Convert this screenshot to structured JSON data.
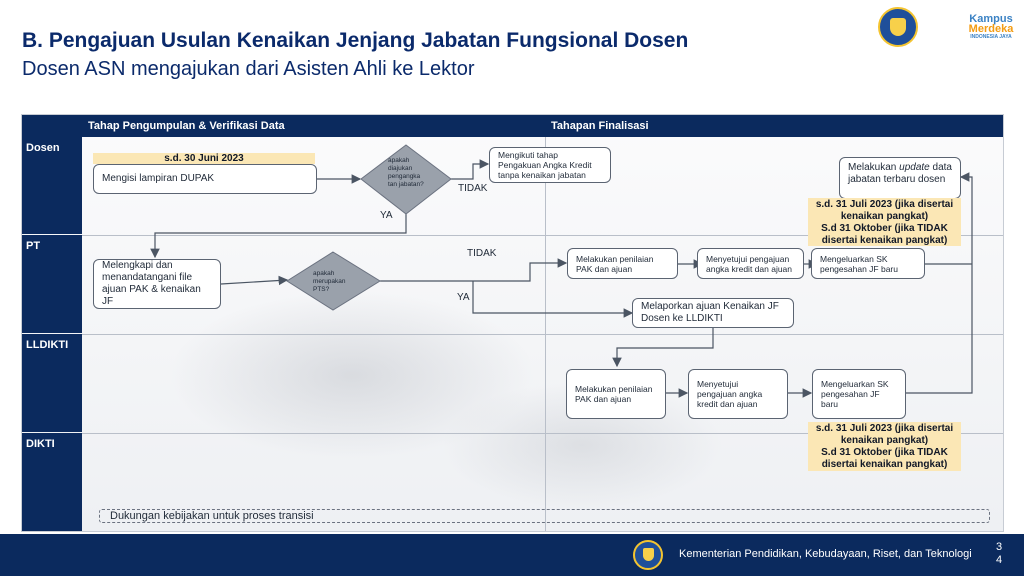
{
  "header": {
    "title": "B. Pengajuan Usulan Kenaikan Jenjang Jabatan Fungsional Dosen",
    "subtitle": "Dosen ASN mengajukan dari Asisten Ahli ke Lektor"
  },
  "logos": {
    "kampus_merdeka_line1": "Kampus",
    "kampus_merdeka_line2": "Merdeka",
    "kampus_merdeka_line3": "INDONESIA JAYA"
  },
  "columns": [
    "Tahap Pengumpulan & Verifikasi Data",
    "Tahapan Finalisasi"
  ],
  "lanes": [
    "Dosen",
    "PT",
    "LLDIKTI",
    "DIKTI"
  ],
  "nodes": {
    "dosen_deadline": "s.d. 30 Juni 2023",
    "dosen_dupak": "Mengisi lampiran DUPAK",
    "dosen_decision": "apakah diajukan pengangka tan jabatan?",
    "dosen_pak_no_promo": "Mengikuti tahap Pengakuan Angka Kredit tanpa kenaikan jabatan",
    "dosen_update_prefix": "Melakukan ",
    "dosen_update_em": "update",
    "dosen_update_suffix": " data jabatan terbaru dosen",
    "pt_complete": "Melengkapi dan menandatangani file ajuan PAK & kenaikan JF",
    "pt_decision": "apakah merupakan PTS?",
    "pt_assess": "Melakukan penilaian PAK dan ajuan",
    "pt_approve": "Menyetujui pengajuan angka kredit dan ajuan",
    "pt_sk": "Mengeluarkan SK pengesahan JF baru",
    "pt_report": "Melaporkan ajuan Kenaikan JF Dosen ke LLDIKTI",
    "lldikti_assess": "Melakukan penilaian PAK dan ajuan",
    "lldikti_approve": "Menyetujui pengajuan angka kredit dan ajuan",
    "lldikti_sk": "Mengeluarkan SK pengesahan JF baru"
  },
  "notes": {
    "note1_line1": "s.d. 31 Juli 2023 (jika disertai kenaikan pangkat)",
    "note1_line2": "S.d 31 Oktober (jika TIDAK disertai kenaikan pangkat)",
    "note2_line1": "s.d. 31 Juli 2023 (jika disertai kenaikan pangkat)",
    "note2_line2": "S.d 31 Oktober (jika TIDAK disertai kenaikan pangkat)"
  },
  "flow_labels": {
    "dosen_tidak": "TIDAK",
    "dosen_ya": "YA",
    "pt_tidak": "TIDAK",
    "pt_ya": "YA"
  },
  "dashed_note": "Dukungan kebijakan untuk proses transisi",
  "footer": {
    "ministry": "Kementerian Pendidikan, Kebudayaan, Riset, dan Teknologi",
    "page": "34"
  },
  "colors": {
    "navy": "#0b2a5e",
    "title": "#0b2a6b",
    "note_bg": "#fbe7b5",
    "diamond": "#9aa1ab"
  }
}
